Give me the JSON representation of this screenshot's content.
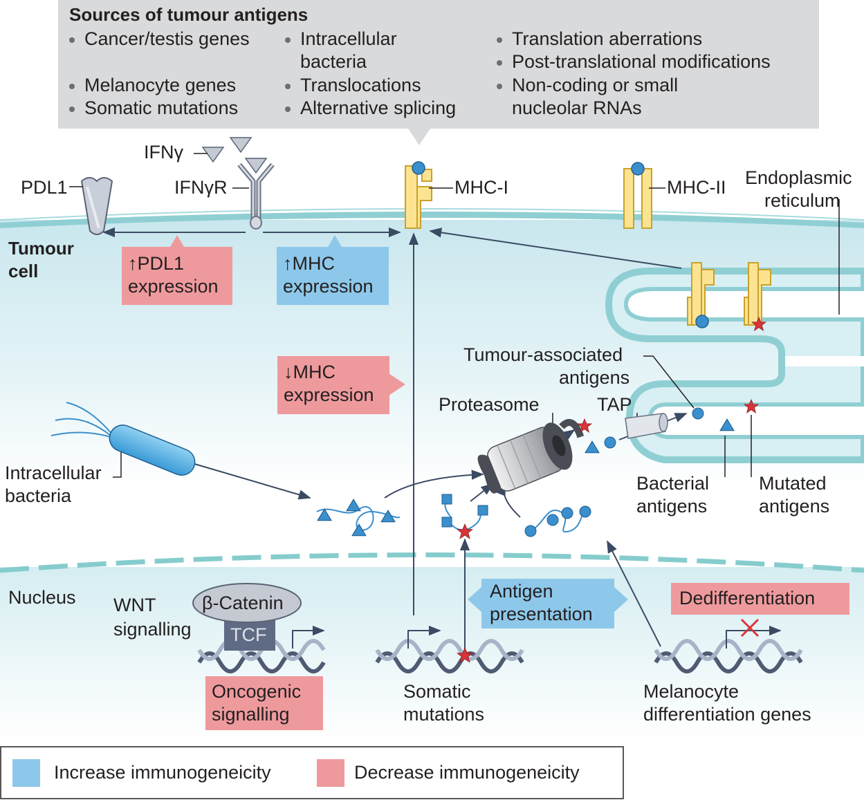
{
  "sources": {
    "title": "Sources of tumour antigens",
    "col1": [
      "Cancer/testis genes",
      "Melanocyte genes",
      "Somatic mutations"
    ],
    "col2": [
      "Intracellular bacteria",
      "Translocations",
      "Alternative splicing"
    ],
    "col3": [
      "Translation aberrations",
      "Post-translational modifications",
      "Non-coding or small nucleolar RNAs"
    ]
  },
  "labels": {
    "ifng": "IFNγ",
    "ifngr": "IFNγR",
    "pdl1": "PDL1",
    "mhc1": "MHC-I",
    "mhc2": "MHC-II",
    "er": [
      "Endoplasmic",
      "reticulum"
    ],
    "tumour_cell": [
      "Tumour",
      "cell"
    ],
    "tumour_assoc": [
      "Tumour-associated",
      "antigens"
    ],
    "proteasome": "Proteasome",
    "tap": "TAP",
    "bacteria": [
      "Intracellular",
      "bacteria"
    ],
    "bacterial_antigens": [
      "Bacterial",
      "antigens"
    ],
    "mutated_antigens": [
      "Mutated",
      "antigens"
    ],
    "nucleus": "Nucleus",
    "wnt": [
      "WNT",
      "signalling"
    ],
    "beta_catenin": "β-Catenin",
    "tcf": "TCF",
    "somatic": [
      "Somatic",
      "mutations"
    ],
    "melanocyte_genes": [
      "Melanocyte",
      "differentiation genes"
    ]
  },
  "boxes": {
    "pdl1_up": [
      "↑PDL1",
      "expression"
    ],
    "mhc_up": [
      "↑MHC",
      "expression"
    ],
    "mhc_down": [
      "↓MHC",
      "expression"
    ],
    "antigen_presentation": [
      "Antigen",
      "presentation"
    ],
    "dedifferentiation": "Dedifferentiation",
    "oncogenic": [
      "Oncogenic",
      "signalling"
    ]
  },
  "legend": {
    "increase": "Increase immunogeneicity",
    "decrease": "Decrease immunogeneicity"
  },
  "colors": {
    "increase": "#8dc8ea",
    "decrease": "#ee9a9d",
    "header_bg": "#d9dadb",
    "cell": "#cfeaf0",
    "membrane": "#8fcfd3",
    "mhc": "#fbe391",
    "antigen_blue": "#3b8fcc",
    "antigen_red": "#d9343a"
  }
}
